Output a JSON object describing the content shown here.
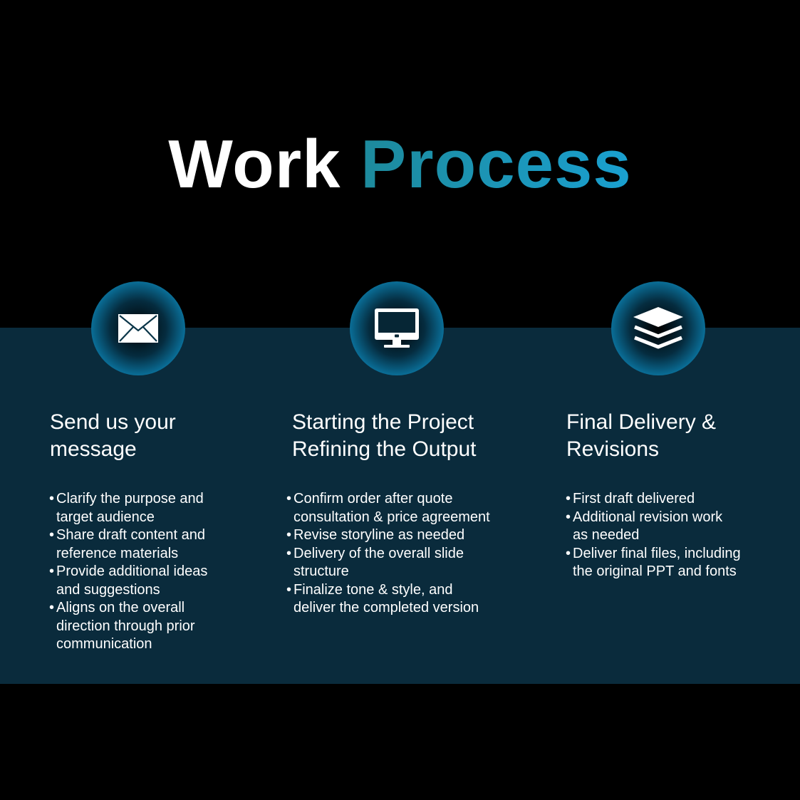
{
  "title": {
    "word1": "Work",
    "word2": "Process",
    "accent_colors": [
      "#1d8a9c",
      "#1aa0d0"
    ]
  },
  "colors": {
    "background": "#000000",
    "band": "#0a2b3c",
    "circle_edge": "#1292c4"
  },
  "steps": [
    {
      "icon": "envelope-icon",
      "heading": "Send us your\nmessage",
      "bullets": [
        "Clarify the purpose and\ntarget audience",
        "Share draft content and\nreference materials",
        "Provide additional ideas\nand suggestions",
        "Aligns on the overall\ndirection through prior\ncommunication"
      ]
    },
    {
      "icon": "monitor-icon",
      "heading": "Starting the Project\nRefining the Output",
      "bullets": [
        "Confirm order after quote\nconsultation & price agreement",
        "Revise storyline as needed",
        "Delivery of the overall slide\nstructure",
        "Finalize tone & style, and\ndeliver the completed version"
      ]
    },
    {
      "icon": "layers-icon",
      "heading": "Final Delivery &\nRevisions",
      "bullets": [
        "First draft delivered",
        "Additional revision work\nas needed",
        "Deliver final files, including\nthe original PPT and fonts"
      ]
    }
  ]
}
